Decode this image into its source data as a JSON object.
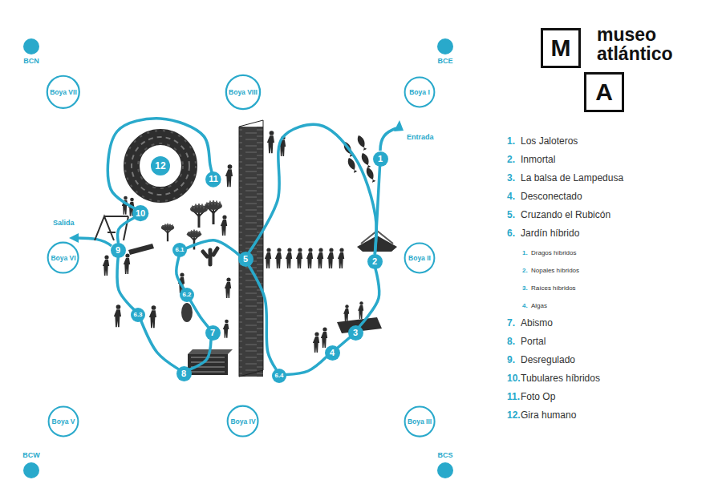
{
  "diagram": {
    "title": "museo atlántico",
    "nodes": [
      {
        "text": [
          "BCN"
        ]
      },
      {
        "text": [
          "BCE"
        ]
      },
      {
        "text": [
          "Boya VII"
        ]
      },
      {
        "text": [
          "Boya VIII"
        ]
      },
      {
        "text": [
          "Boya I"
        ]
      },
      {
        "text": [
          "12"
        ]
      },
      {
        "text": [
          "11"
        ]
      },
      {
        "text": [
          "1"
        ]
      },
      {
        "text": [
          "10"
        ]
      },
      {
        "text": [
          "Boya VI"
        ]
      },
      {
        "text": [
          "9"
        ]
      },
      {
        "text": [
          "6.1"
        ]
      },
      {
        "text": [
          "5"
        ]
      },
      {
        "text": [
          "2"
        ]
      },
      {
        "text": [
          "Boya II"
        ]
      },
      {
        "text": [
          "6.2"
        ]
      },
      {
        "text": [
          "6.3"
        ]
      },
      {
        "text": [
          "7"
        ]
      },
      {
        "text": [
          "3"
        ]
      },
      {
        "text": [
          "4"
        ]
      },
      {
        "text": [
          "8"
        ]
      },
      {
        "text": [
          "6.4"
        ]
      },
      {
        "text": [
          "Boya V"
        ]
      },
      {
        "text": [
          "Boya IV"
        ]
      },
      {
        "text": [
          "Boya III"
        ]
      },
      {
        "text": [
          "BCW"
        ]
      },
      {
        "text": [
          "BCS"
        ]
      },
      {
        "text": [
          "M"
        ]
      },
      {
        "text": [
          "A"
        ]
      }
    ],
    "edges": [
      {
        "from": 7,
        "to": 13,
        "arrow": "none"
      },
      {
        "from": 13,
        "to": 18,
        "arrow": "none"
      },
      {
        "from": 18,
        "to": 19,
        "arrow": "none"
      },
      {
        "from": 19,
        "to": 21,
        "arrow": "none"
      },
      {
        "from": 21,
        "to": 12,
        "arrow": "none"
      },
      {
        "from": 12,
        "to": 13,
        "arrow": "none"
      },
      {
        "from": 12,
        "to": 11,
        "arrow": "none"
      },
      {
        "from": 11,
        "to": 15,
        "arrow": "none"
      },
      {
        "from": 15,
        "to": 17,
        "arrow": "none"
      },
      {
        "from": 17,
        "to": 20,
        "arrow": "none"
      },
      {
        "from": 20,
        "to": 16,
        "arrow": "none"
      },
      {
        "from": 16,
        "to": 10,
        "arrow": "none"
      },
      {
        "from": 10,
        "to": 8,
        "arrow": "none"
      },
      {
        "from": 8,
        "to": 6,
        "arrow": "none"
      }
    ],
    "labels": [
      "Entrada",
      "Salida",
      "1.",
      "Los Jaloteros",
      "2.",
      "Inmortal",
      "3.",
      "La balsa de Lampedusa",
      "4.",
      "Desconectado",
      "5.",
      "Cruzando el Rubicón",
      "6.",
      "Jardín híbrido",
      "1.",
      "Dragos híbridos",
      "2.",
      "Nopales híbridos",
      "3.",
      "Raíces híbridos",
      "4.",
      "Algas",
      "7.",
      "Abismo",
      "8.",
      "Portal",
      "9.",
      "Desregulado",
      "10.",
      "Tubulares híbridos",
      "11.",
      "Foto Op",
      "12.",
      "Gira humano"
    ]
  }
}
